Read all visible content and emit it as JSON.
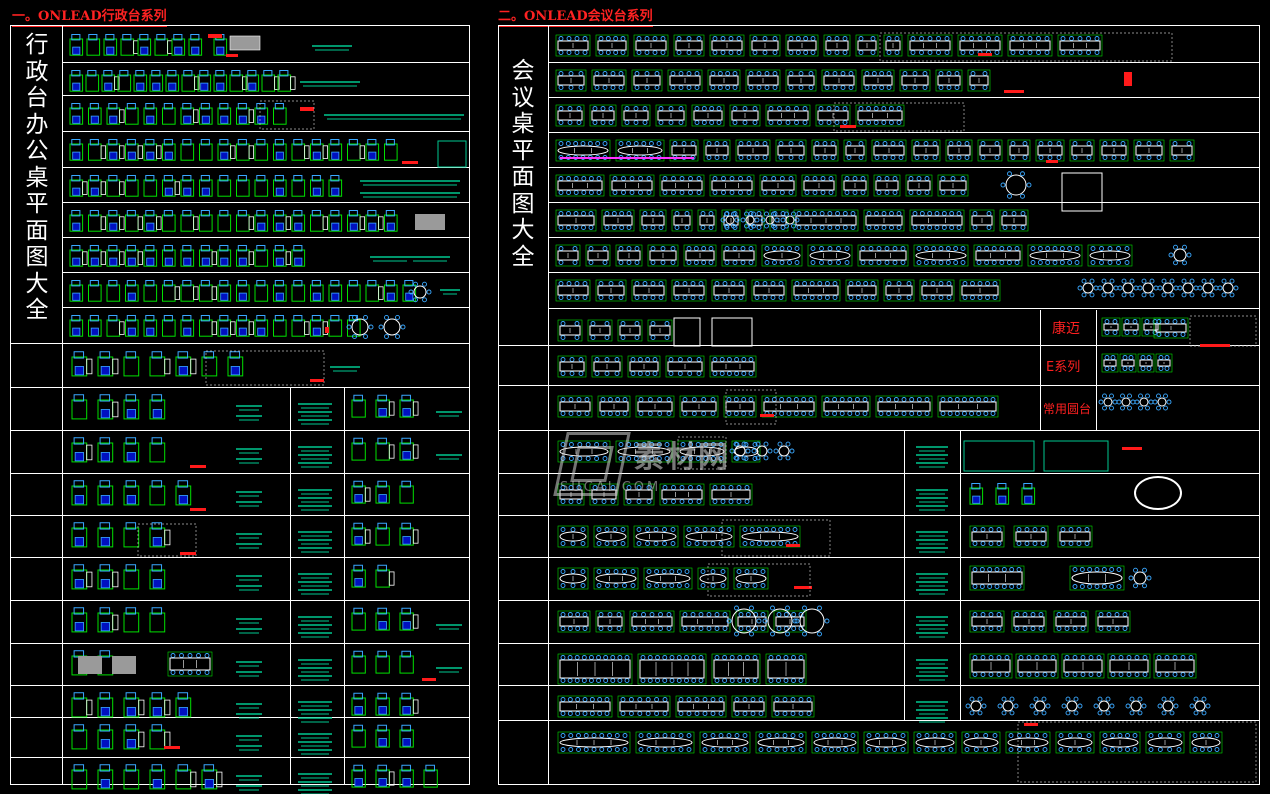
{
  "titles": {
    "left": "一。ONLEAD行政台系列",
    "right": "二。ONLEAD会议台系列"
  },
  "left_panel": {
    "vertical_label": [
      "行",
      "政",
      "台",
      "办",
      "公",
      "桌",
      "平",
      "面",
      "图",
      "大",
      "全"
    ]
  },
  "right_panel": {
    "vertical_label": [
      "会",
      "议",
      "桌",
      "平",
      "面",
      "图",
      "大",
      "全"
    ],
    "labels": {
      "kangmai": "康迈",
      "e_series": "E系列",
      "round_table": "常用圆台"
    }
  },
  "watermark": {
    "name": "素材网",
    "site": "SUCAI.COM"
  },
  "colors": {
    "background": "#000000",
    "frame": "#ffffff",
    "title": "#ff2222",
    "desk_outline": "#00e000",
    "chair": "#3aa8ff",
    "chair_fill": "#0010c0",
    "dimension": "#00c890",
    "highlight": "#ff1a1a",
    "grey_block": "#9a9a9a",
    "accent": "#ff33ff"
  },
  "icons": [
    "desk-icon",
    "chair-icon",
    "conference-table-icon",
    "round-table-icon",
    "dimension-line-icon"
  ]
}
